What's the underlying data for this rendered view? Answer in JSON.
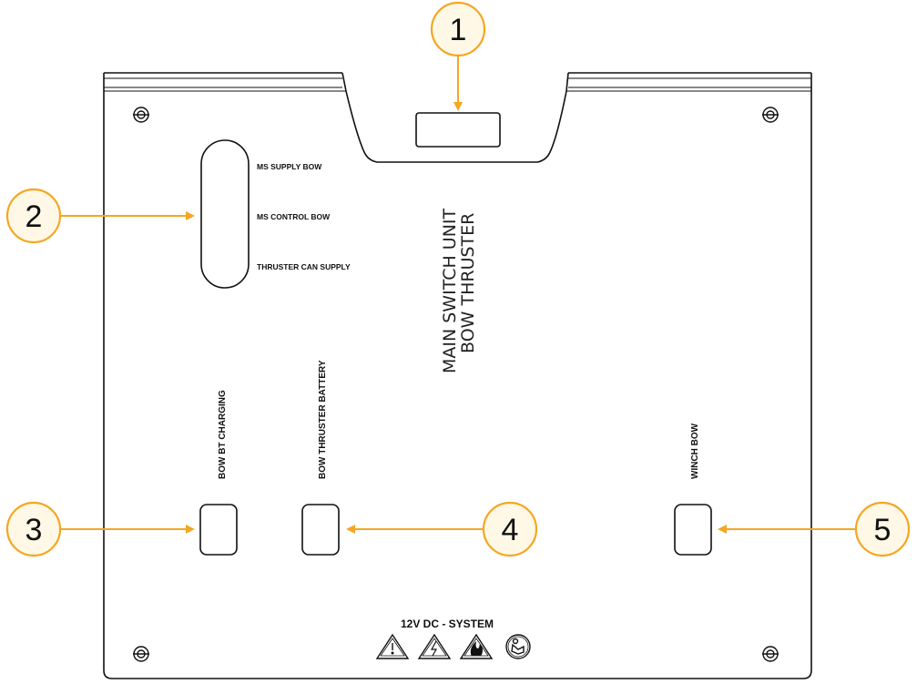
{
  "panel": {
    "title_line1": "MAIN SWITCH UNIT",
    "title_line2": "BOW THRUSTER",
    "fuse_labels": [
      "MS SUPPLY BOW",
      "MS CONTROL BOW",
      "THRUSTER CAN SUPPLY"
    ],
    "switch_labels": {
      "bow_bt_charging": "BOW BT CHARGING",
      "bow_thruster_battery": "BOW THRUSTER BATTERY",
      "winch_bow": "WINCH BOW"
    },
    "system_label": "12V DC - SYSTEM",
    "warning_icons": [
      "warning-general-icon",
      "warning-electric-icon",
      "warning-fire-icon",
      "read-manual-icon"
    ]
  },
  "callouts": [
    "1",
    "2",
    "3",
    "4",
    "5"
  ],
  "colors": {
    "callout": "#F5A623",
    "callout_fill": "#FFF8E6",
    "outline": "#111111"
  }
}
